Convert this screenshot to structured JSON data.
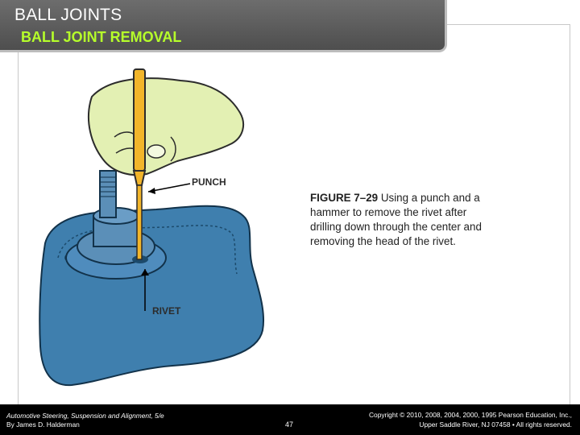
{
  "slide": {
    "title": "BALL JOINTS",
    "subtitle": "BALL JOINT REMOVAL"
  },
  "figure": {
    "labels": {
      "punch": "PUNCH",
      "rivet": "RIVET"
    },
    "colors": {
      "punch": "#f2b52a",
      "hand": "#e3f0b3",
      "housing": "#3f7fae",
      "stud": "#5b8fb8"
    },
    "caption_label": "FIGURE 7–29",
    "caption_text": "Using a punch and a hammer to remove the rivet after drilling down through the center and removing the head of the rivet."
  },
  "footer": {
    "book_title": "Automotive Steering, Suspension and Alignment, 5/e",
    "author": "By James D. Halderman",
    "page_number": "47",
    "copyright_line1": "Copyright © 2010, 2008, 2004, 2000, 1995 Pearson Education, Inc.,",
    "copyright_line2": "Upper Saddle River, NJ 07458 • All rights reserved."
  }
}
